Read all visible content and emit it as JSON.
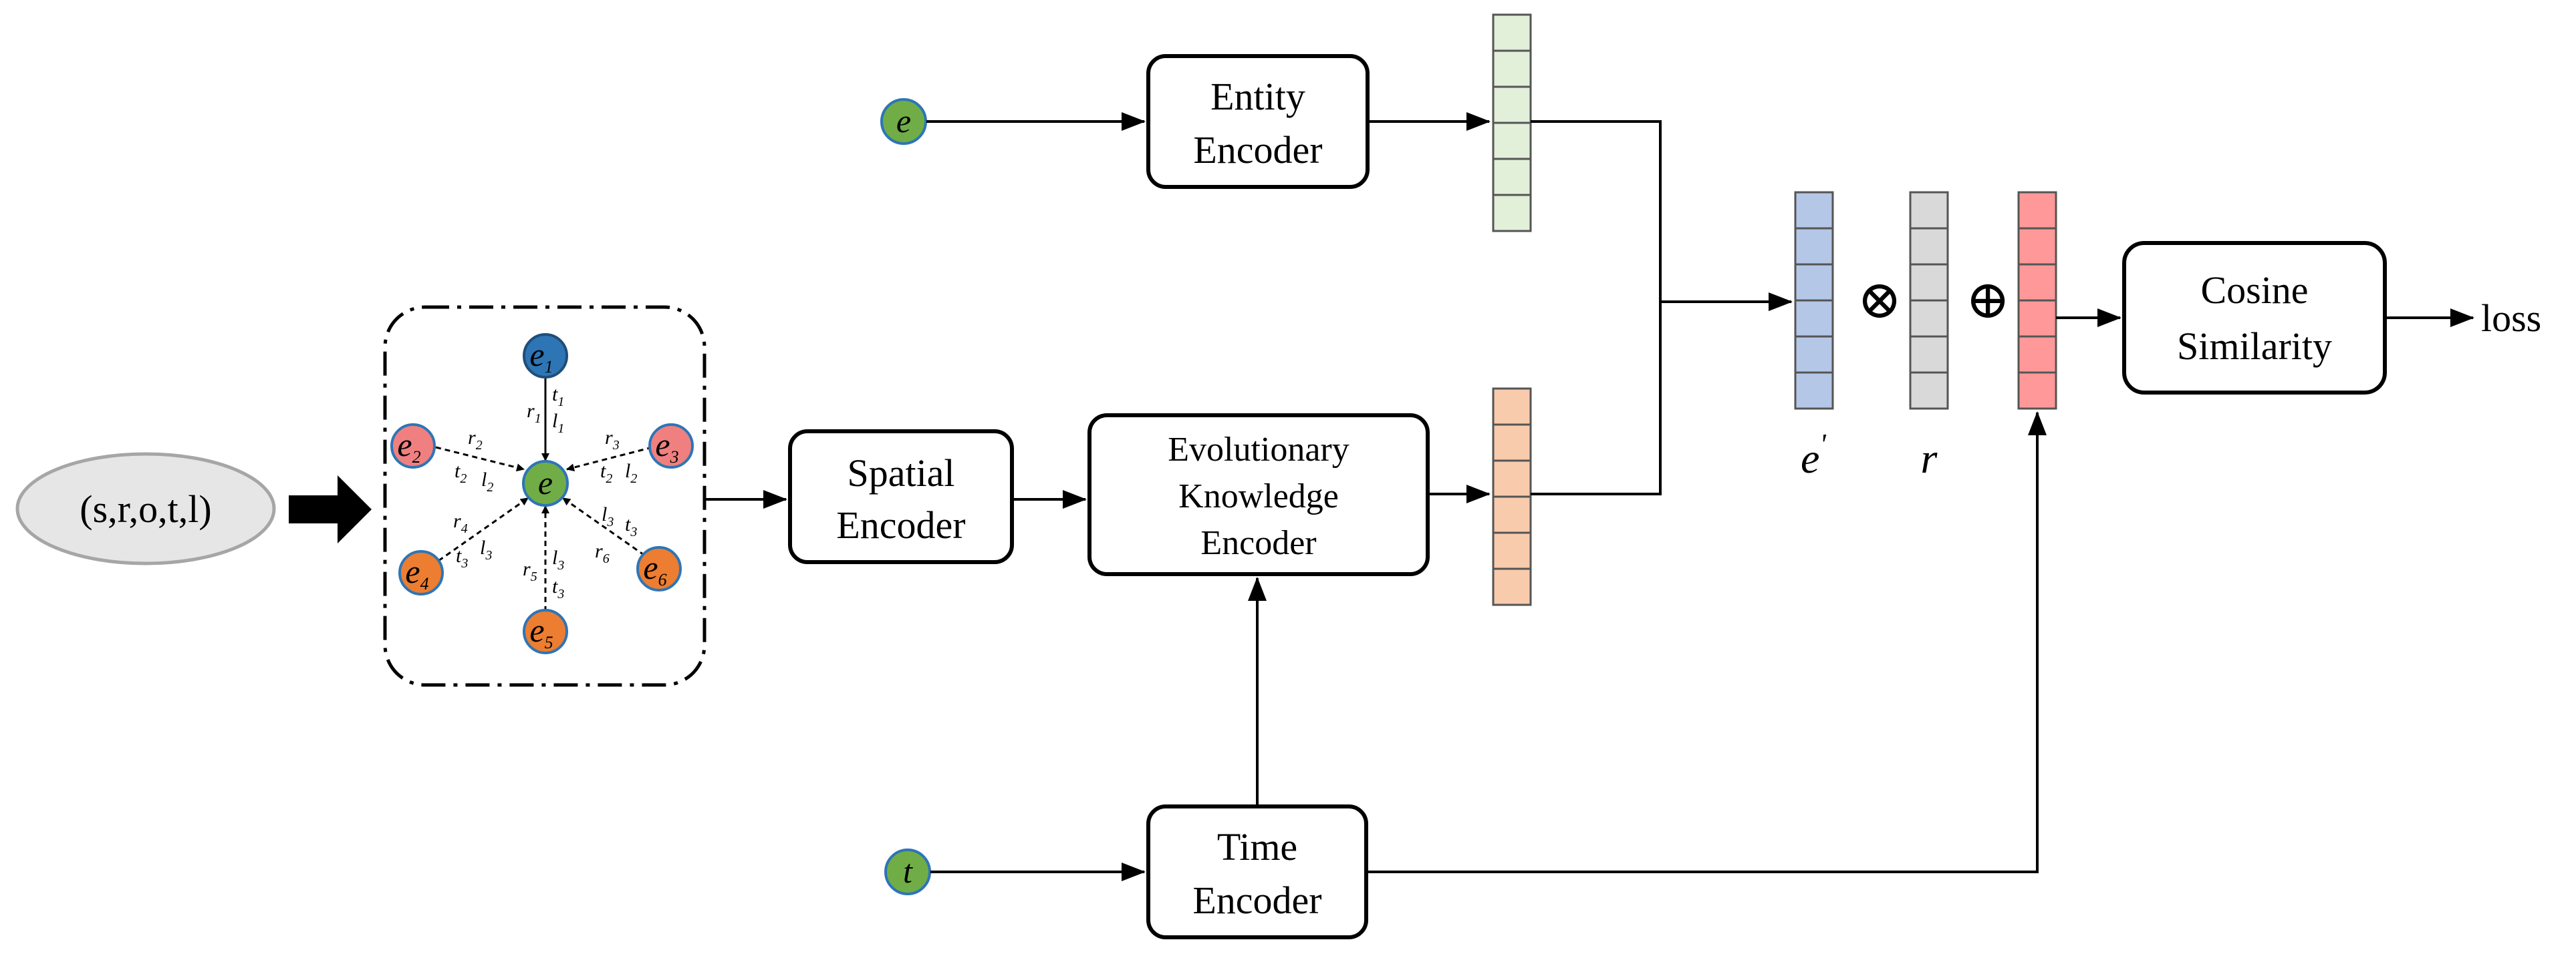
{
  "input_tuple": "(s,r,o,t,l)",
  "boxes": {
    "entity_encoder": [
      "Entity",
      "Encoder"
    ],
    "spatial_encoder": [
      "Spatial",
      "Encoder"
    ],
    "evolutionary_encoder": [
      "Evolutionary",
      "Knowledge",
      "Encoder"
    ],
    "time_encoder": [
      "Time",
      "Encoder"
    ],
    "cosine_similarity": [
      "Cosine",
      "Similarity"
    ]
  },
  "inputs": {
    "entity": "e",
    "time": "t"
  },
  "graph": {
    "center": "e",
    "neighbors": [
      {
        "letter": "e",
        "sub": "1"
      },
      {
        "letter": "e",
        "sub": "2"
      },
      {
        "letter": "e",
        "sub": "3"
      },
      {
        "letter": "e",
        "sub": "4"
      },
      {
        "letter": "e",
        "sub": "5"
      },
      {
        "letter": "e",
        "sub": "6"
      }
    ],
    "edge_labels": [
      {
        "letter": "r",
        "sub": "1"
      },
      {
        "letter": "t",
        "sub": "1"
      },
      {
        "letter": "l",
        "sub": "1"
      },
      {
        "letter": "r",
        "sub": "2"
      },
      {
        "letter": "t",
        "sub": "2"
      },
      {
        "letter": "l",
        "sub": "2"
      },
      {
        "letter": "r",
        "sub": "3"
      },
      {
        "letter": "t",
        "sub": "2"
      },
      {
        "letter": "l",
        "sub": "2"
      },
      {
        "letter": "r",
        "sub": "4"
      },
      {
        "letter": "t",
        "sub": "3"
      },
      {
        "letter": "l",
        "sub": "3"
      },
      {
        "letter": "r",
        "sub": "5"
      },
      {
        "letter": "l",
        "sub": "3"
      },
      {
        "letter": "t",
        "sub": "3"
      },
      {
        "letter": "r",
        "sub": "6"
      },
      {
        "letter": "l",
        "sub": "3"
      },
      {
        "letter": "t",
        "sub": "3"
      }
    ]
  },
  "vector_labels": {
    "e_prime": "e",
    "prime": "'",
    "r": "r"
  },
  "operators": {
    "multiply": "⊗",
    "add": "⊕"
  },
  "output": "loss",
  "colors": {
    "entity_vector": "#e2efd9",
    "evolution_vector": "#f8cbad",
    "e_prime_vector": "#b4c7e7",
    "r_vector": "#d9d9d9",
    "sum_vector": "#ff9999",
    "node_blue": "#2e75b6",
    "node_green": "#70ad47",
    "node_red": "#f08080",
    "node_orange": "#ed7d31",
    "input_ellipse": "#e7e6e6"
  }
}
